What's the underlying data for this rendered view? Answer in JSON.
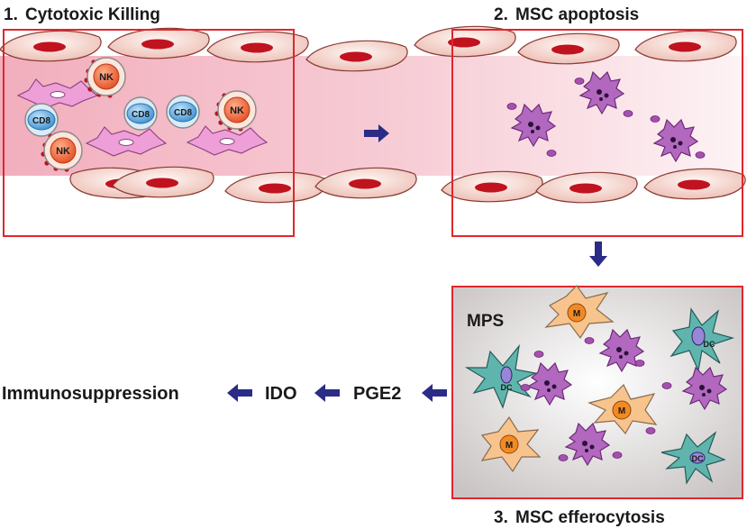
{
  "panels": [
    {
      "number": "1.",
      "title": "Cytotoxic Killing"
    },
    {
      "number": "2.",
      "title": "MSC apoptosis"
    },
    {
      "number": "3.",
      "title": "MSC efferocytosis"
    }
  ],
  "cells": {
    "nk": "NK",
    "cd8": "CD8",
    "dc": "DC",
    "m": "M"
  },
  "mps_label": "MPS",
  "pathway": [
    "Immunosuppression",
    "IDO",
    "PGE2"
  ],
  "colors": {
    "box_border": "#e0262d",
    "arrow": "#2b2c86",
    "vessel_pink": "#f6c7cf",
    "endothelial_fill": "#f3dcd7",
    "nucleus_red": "#c1121f",
    "msc_pink": "#e79ad2",
    "apoptotic_purple": "#a64fb0",
    "nk_orange": "#f46b3e",
    "cd8_blue": "#4aa3dd",
    "macrophage_orange": "#f7c48e",
    "dc_teal": "#5fb5ad"
  }
}
